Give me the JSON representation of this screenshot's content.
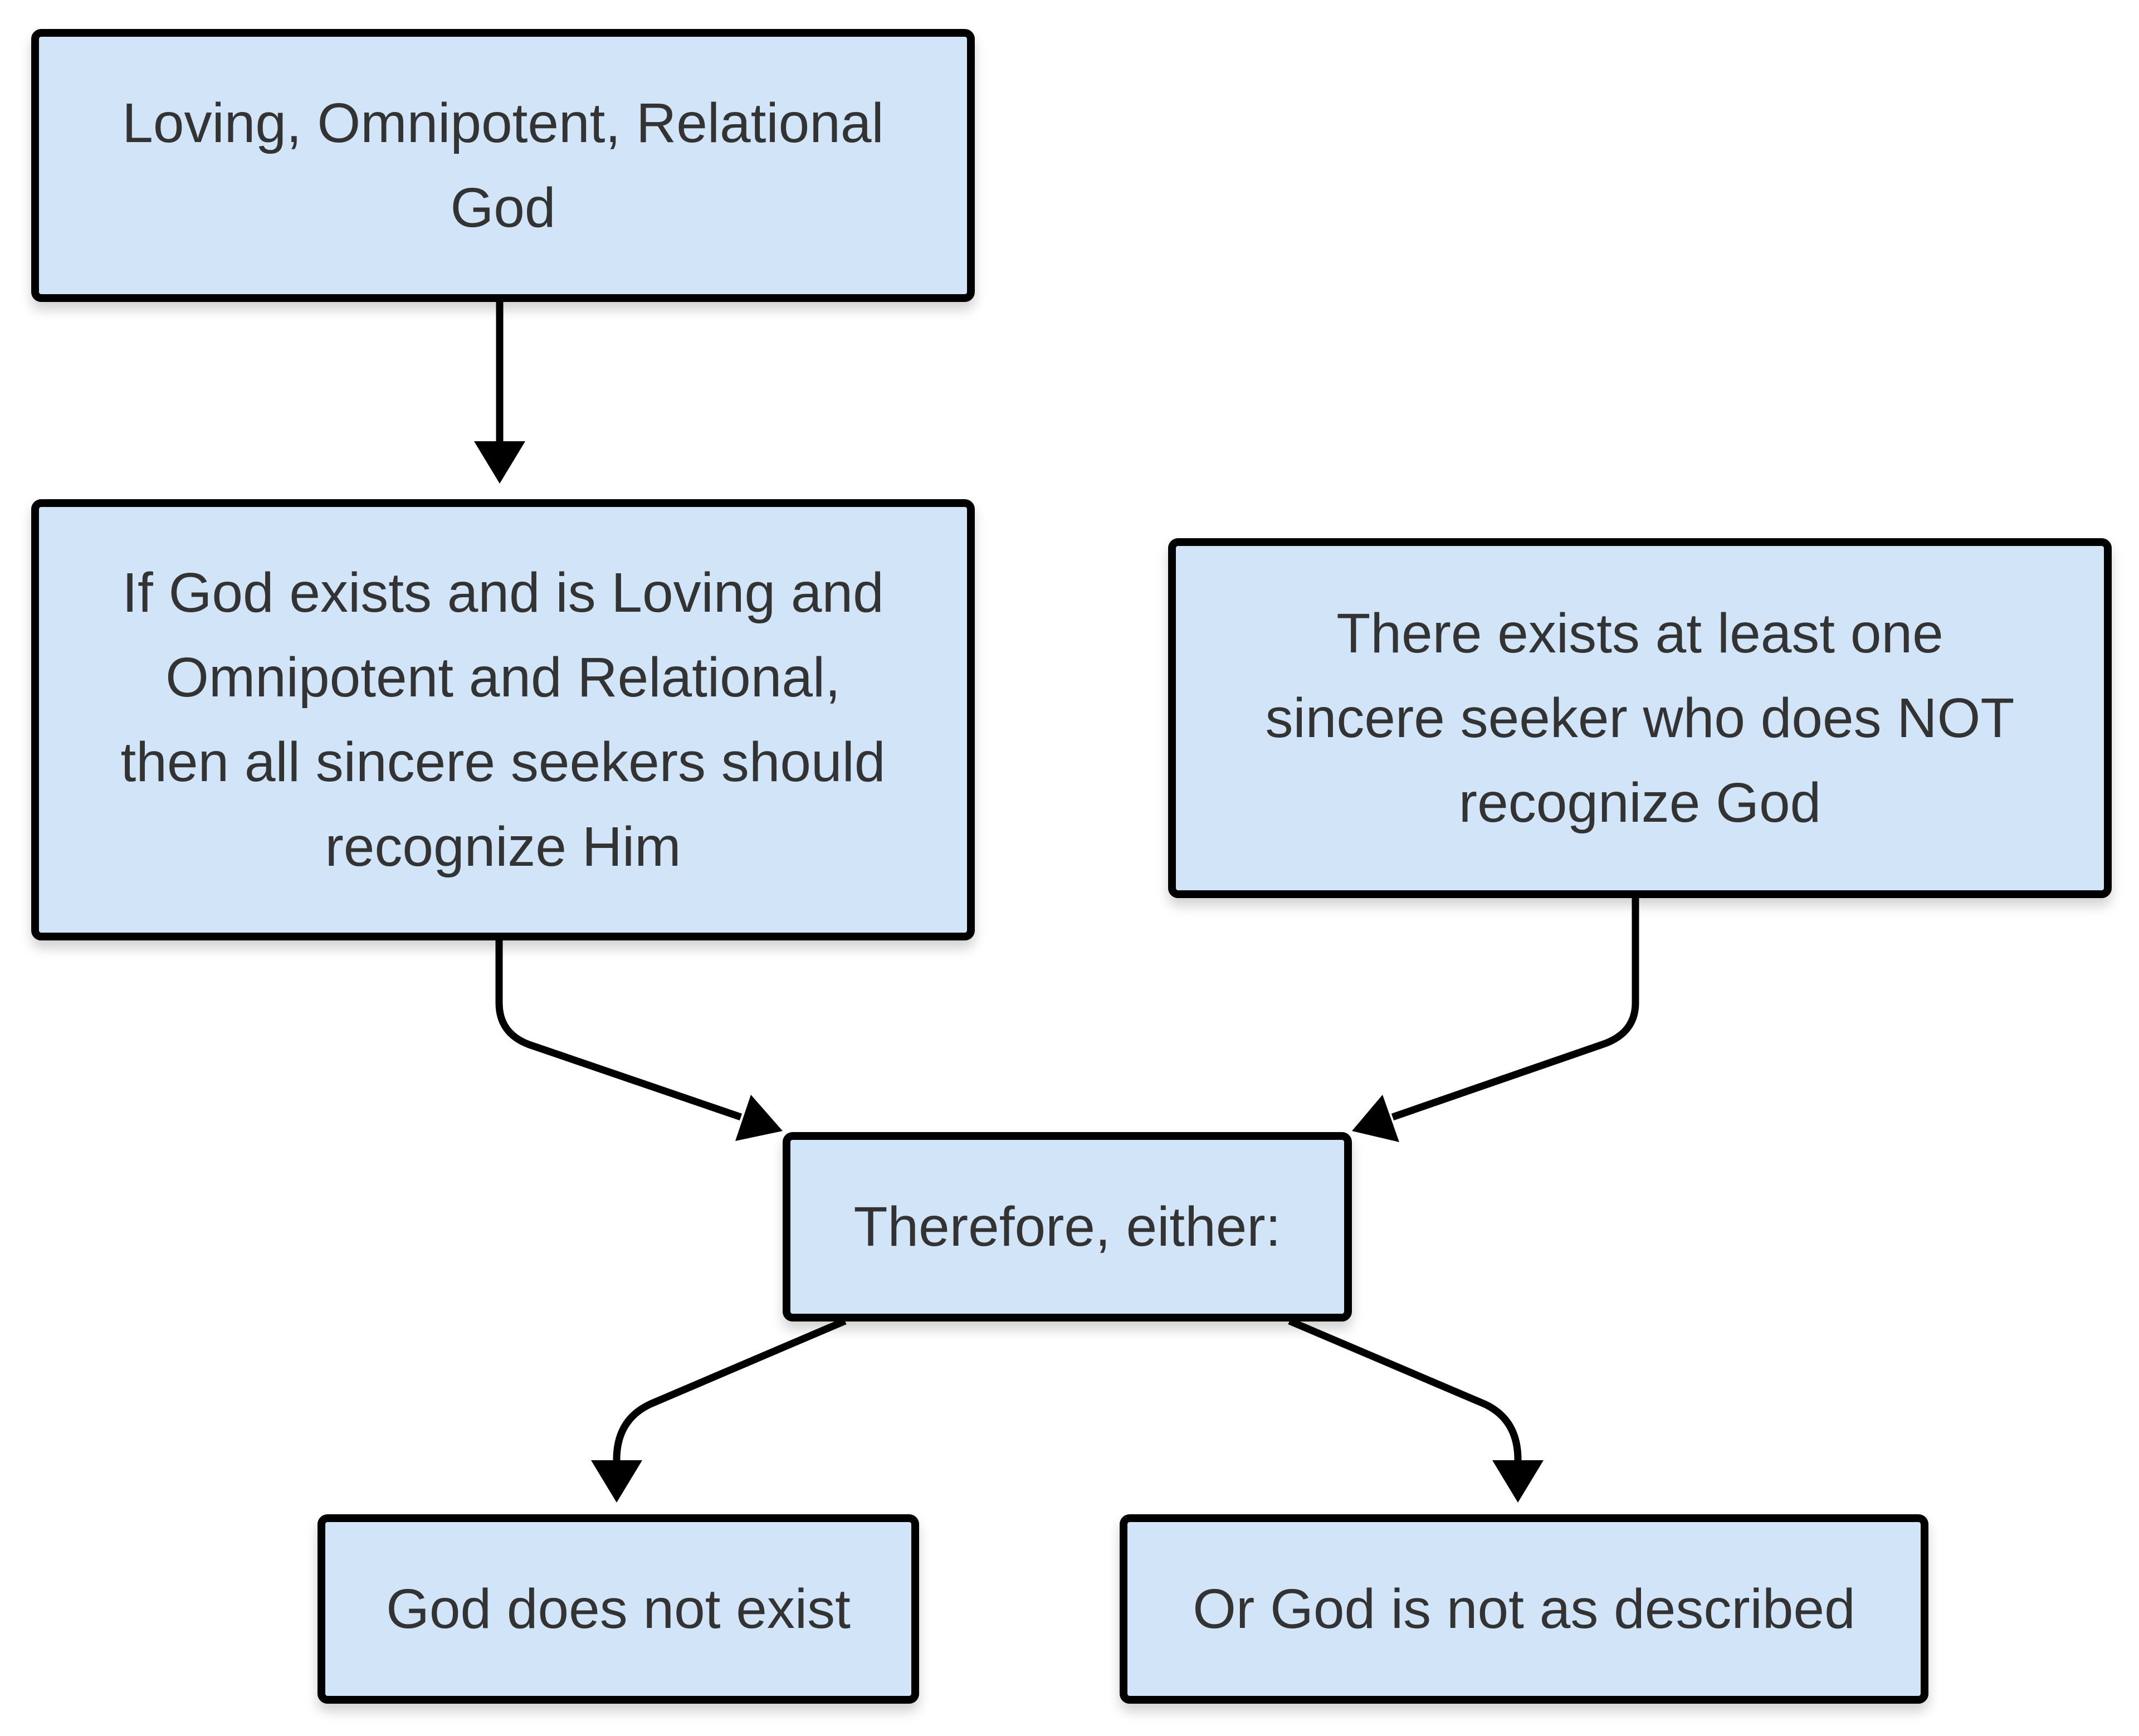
{
  "diagram": {
    "type": "flowchart",
    "colors": {
      "node_fill": "#d2e4f7",
      "node_border": "#000000",
      "text": "#333333",
      "edge": "#000000",
      "background": "#ffffff"
    },
    "nodes": [
      {
        "id": "n1",
        "lines": [
          "Loving, Omnipotent, Relational",
          "God"
        ]
      },
      {
        "id": "n2",
        "lines": [
          "If God exists and is Loving and",
          "Omnipotent and Relational,",
          "then all sincere seekers should",
          "recognize Him"
        ]
      },
      {
        "id": "n3",
        "lines": [
          "There exists at least one",
          "sincere seeker who does NOT",
          "recognize God"
        ]
      },
      {
        "id": "n4",
        "lines": [
          "Therefore, either:"
        ]
      },
      {
        "id": "n5",
        "lines": [
          "God does not exist"
        ]
      },
      {
        "id": "n6",
        "lines": [
          "Or God is not as described"
        ]
      }
    ],
    "edges": [
      {
        "from": "n1",
        "to": "n2"
      },
      {
        "from": "n2",
        "to": "n4"
      },
      {
        "from": "n3",
        "to": "n4"
      },
      {
        "from": "n4",
        "to": "n5"
      },
      {
        "from": "n4",
        "to": "n6"
      }
    ]
  }
}
